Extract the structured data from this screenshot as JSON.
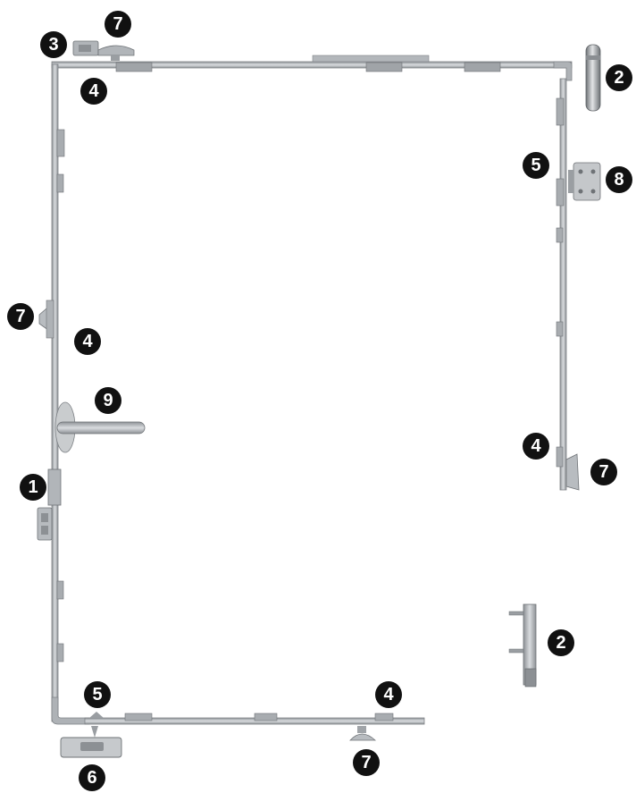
{
  "diagram": {
    "description_free": true,
    "colors": {
      "frame": "#b9bcbf",
      "frame_dark": "#7f8387",
      "part": "#a8acb0",
      "part_dark": "#6e7276",
      "callout_bg": "#111111",
      "callout_fg": "#ffffff"
    },
    "callouts": [
      "7",
      "3",
      "4",
      "2",
      "5",
      "8",
      "7",
      "4",
      "9",
      "4",
      "7",
      "1",
      "2",
      "5",
      "4",
      "7",
      "6"
    ]
  }
}
